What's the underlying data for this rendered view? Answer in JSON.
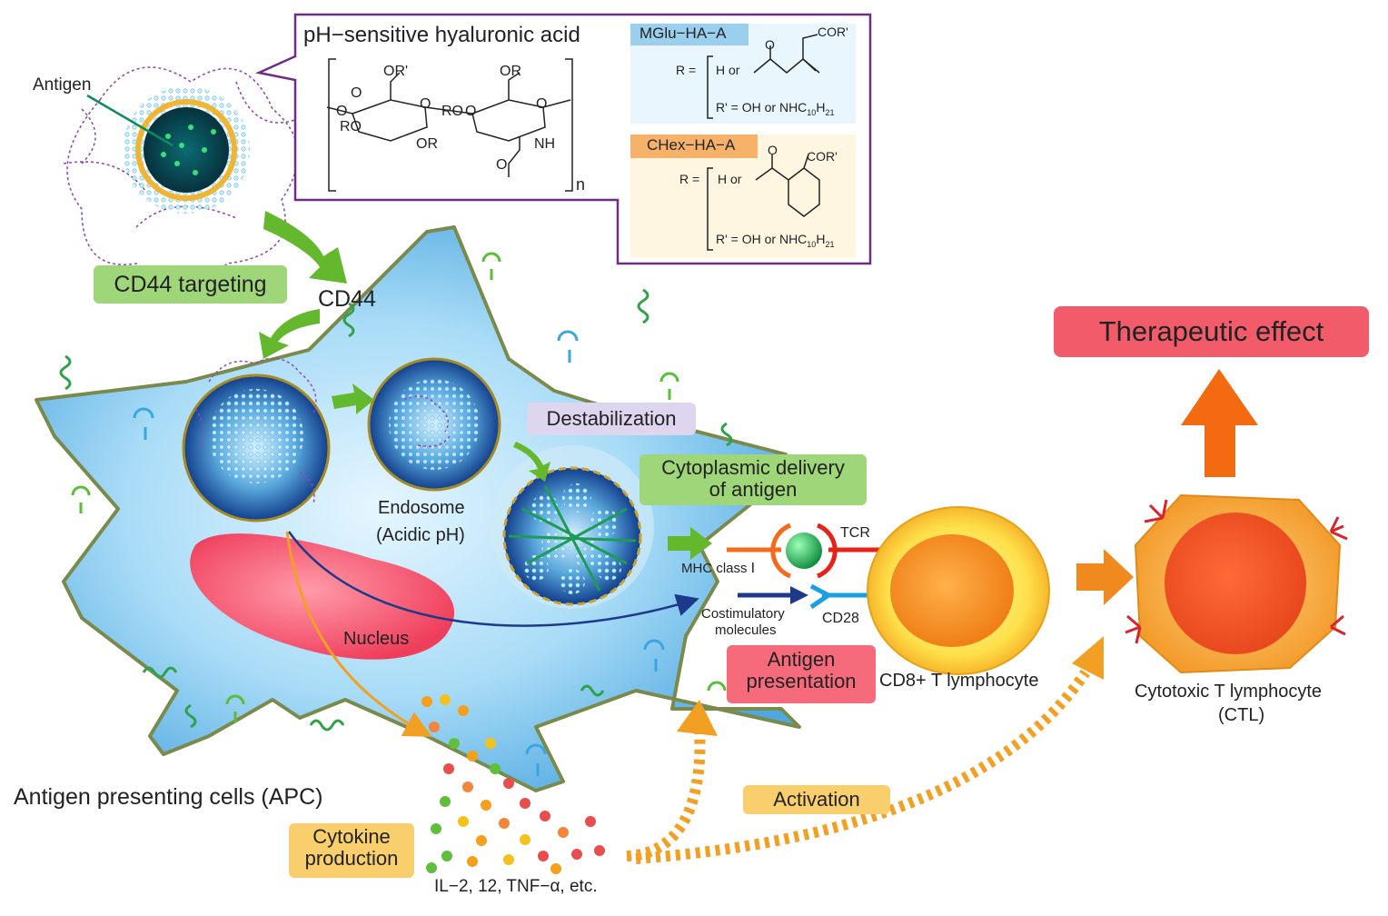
{
  "chemistry_box": {
    "title": "pH−sensitive hyaluronic acid",
    "backbone": {
      "or_prime": "OR'",
      "or_top": "OR",
      "o_eq": "O",
      "o_left": "O",
      "ro_left": "RO",
      "ro_mid": "RO",
      "or_bottom": "OR",
      "nh": "NH",
      "o_amide": "O",
      "o_ring1": "O",
      "o_ring2": "O",
      "o_link": "O",
      "repeat_n": "n"
    },
    "mglu": {
      "header": "MGlu−HA−A",
      "r_label": "R =",
      "r_options": "H or",
      "r_prime": "R' = OH or NHC",
      "r_prime_sub1": "10",
      "r_prime_h": "H",
      "r_prime_sub2": "21",
      "cor": "COR'",
      "o_label": "O"
    },
    "chex": {
      "header": "CHex−HA−A",
      "r_label": "R =",
      "r_options": "H or",
      "r_prime": "R' = OH or NHC",
      "r_prime_sub1": "10",
      "r_prime_h": "H",
      "r_prime_sub2": "21",
      "cor": "COR'",
      "o_label": "O"
    }
  },
  "labels": {
    "antigen": "Antigen",
    "cd44_targeting": "CD44 targeting",
    "cd44": "CD44",
    "endosome": "Endosome",
    "acidic_ph": "(Acidic pH)",
    "destabilization": "Destabilization",
    "cytoplasmic_delivery_1": "Cytoplasmic delivery",
    "cytoplasmic_delivery_2": "of antigen",
    "tcr": "TCR",
    "mhc_class": "MHC class Ⅰ",
    "costimulatory_1": "Costimulatory",
    "costimulatory_2": "molecules",
    "cd28": "CD28",
    "nucleus": "Nucleus",
    "antigen_presentation_1": "Antigen",
    "antigen_presentation_2": "presentation",
    "cd8": "CD8+ T lymphocyte",
    "ctl_1": "Cytotoxic T lymphocyte",
    "ctl_2": "(CTL)",
    "therapeutic_effect": "Therapeutic effect",
    "apc": "Antigen presenting cells (APC)",
    "cytokine_1": "Cytokine",
    "cytokine_2": "production",
    "il": "IL−2, 12, TNF−α, etc.",
    "activation": "Activation"
  },
  "colors": {
    "frame_purple": "#6f2c86",
    "green_label": "#9fd67a",
    "lavender_label": "#ddd6ee",
    "pink_label": "#f56b7c",
    "orange_label": "#f9cf6e",
    "therapeutic_red": "#f25c6a",
    "arrow_green": "#63b82d",
    "arrow_orange": "#f08a1e",
    "cell_blue": "#7ec6ef",
    "mglu_header": "#9ad0ee",
    "chex_header": "#f7b26a"
  }
}
